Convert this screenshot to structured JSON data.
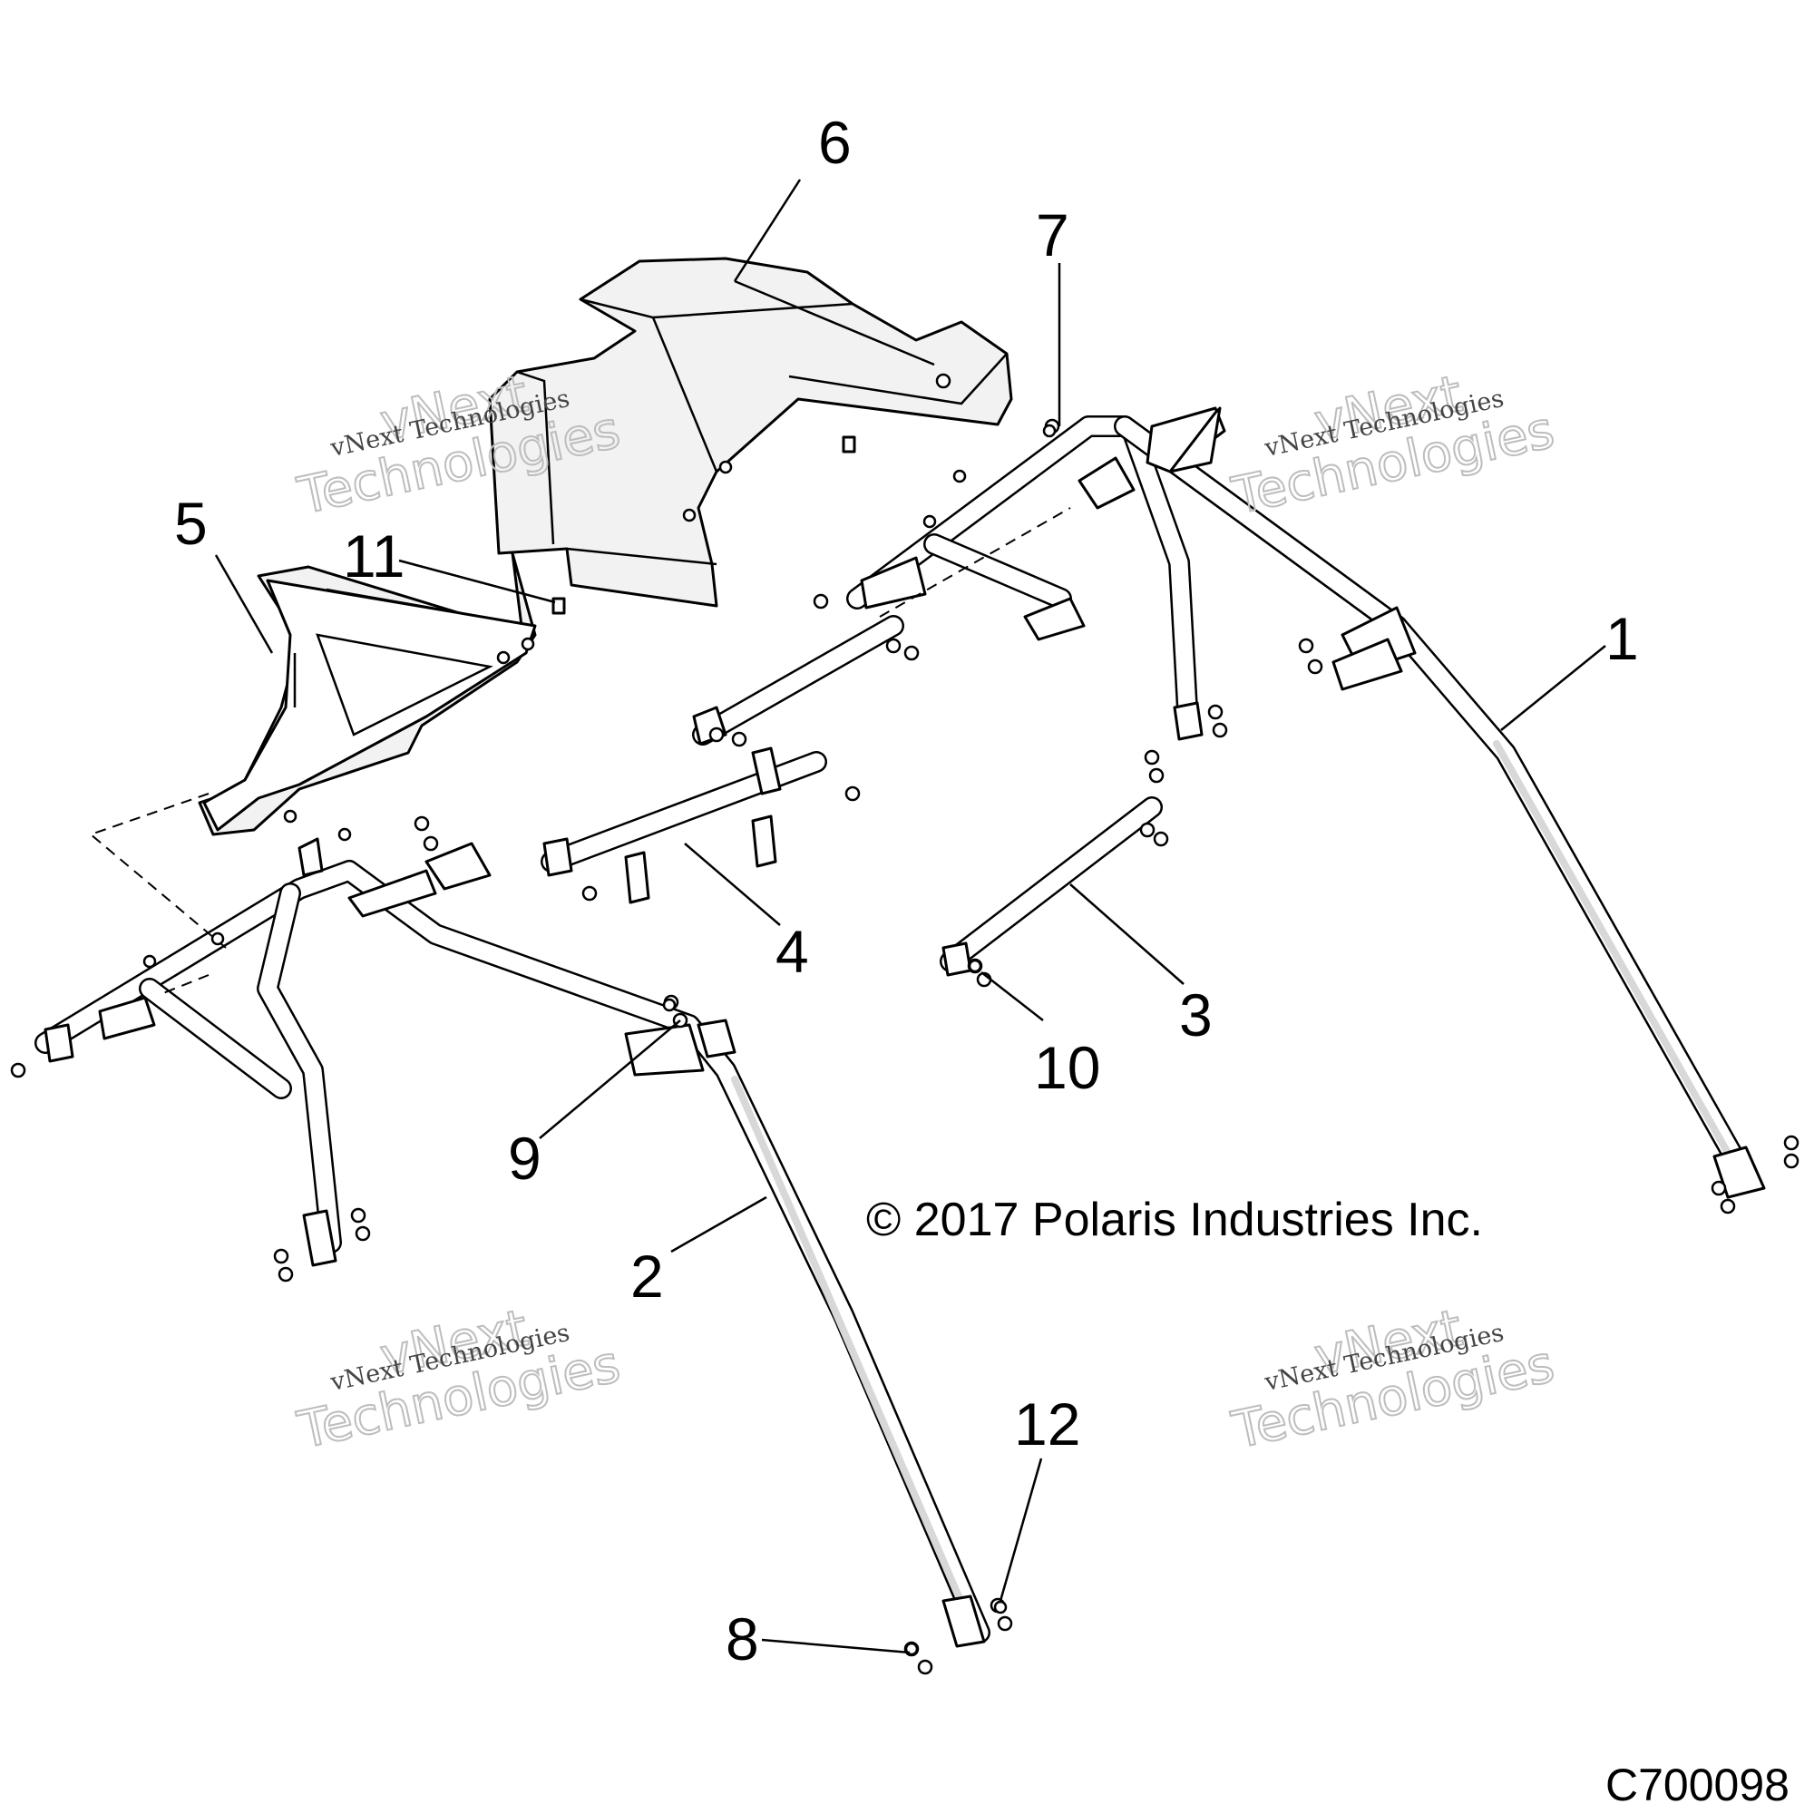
{
  "callouts": [
    {
      "label": "1"
    },
    {
      "label": "2"
    },
    {
      "label": "3"
    },
    {
      "label": "4"
    },
    {
      "label": "5"
    },
    {
      "label": "6"
    },
    {
      "label": "7"
    },
    {
      "label": "8"
    },
    {
      "label": "9"
    },
    {
      "label": "10"
    },
    {
      "label": "11"
    },
    {
      "label": "12"
    }
  ],
  "copyright": "© 2017 Polaris Industries Inc.",
  "figure_id": "C700098",
  "watermark": {
    "line1": "vNext Technologies",
    "line2": "vNext",
    "line3": "Technologies"
  }
}
